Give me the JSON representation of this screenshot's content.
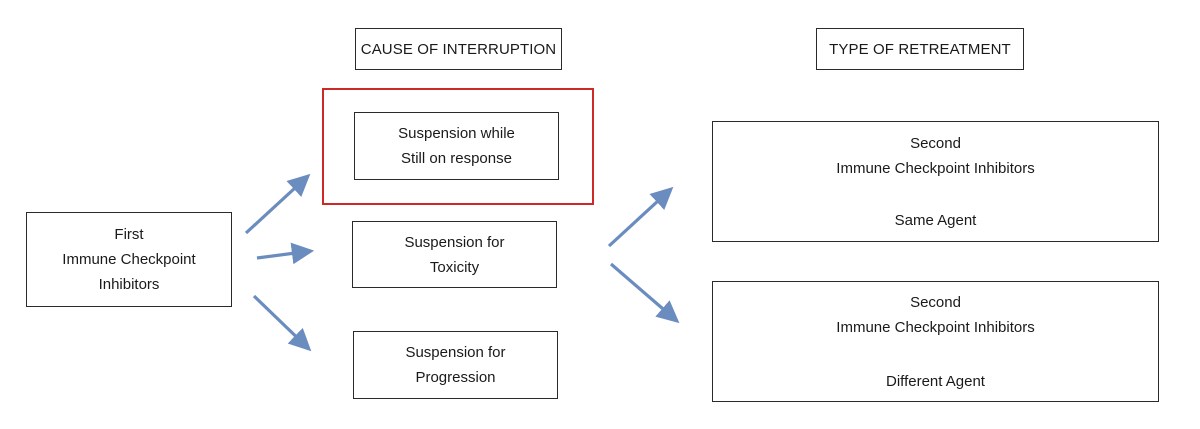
{
  "headers": {
    "cause": "CAUSE OF INTERRUPTION",
    "retreatment": "TYPE OF RETREATMENT"
  },
  "first": {
    "line1": "First",
    "line2": "Immune Checkpoint",
    "line3": "Inhibitors"
  },
  "causes": {
    "response": {
      "line1": "Suspension while",
      "line2": "Still on response"
    },
    "toxicity": {
      "line1": "Suspension for",
      "line2": "Toxicity"
    },
    "progression": {
      "line1": "Suspension for",
      "line2": "Progression"
    }
  },
  "retreatments": {
    "same": {
      "line1": "Second",
      "line2": "Immune Checkpoint Inhibitors",
      "line3": "Same Agent"
    },
    "different": {
      "line1": "Second",
      "line2": "Immune Checkpoint Inhibitors",
      "line3": "Different Agent"
    }
  },
  "colors": {
    "arrow": "#6a8cbf",
    "highlight": "#cc2a27",
    "border": "#2a2a2a"
  }
}
